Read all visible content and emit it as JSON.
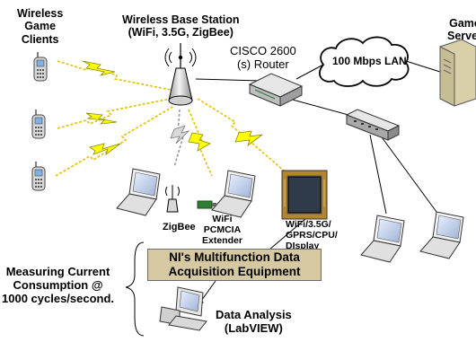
{
  "labels": {
    "clients": "Wireless\nGame\nClients",
    "base_station": "Wireless Base Station\n(WiFi, 3.5G, ZigBee)",
    "router": "CISCO 2600\n(s) Router",
    "lan": "100 Mbps LAN",
    "game_server": "Game\nServer",
    "zigbee": "ZigBee",
    "wifi_pcmcia": "WiFi\nPCMCIA\nExtender",
    "wifi_gprs": "WiFi/3.5G/\nGPRS/CPU/\nDIsplay",
    "daq": "NI's Multifunction Data\nAcquisition Equipment",
    "measuring": "Measuring Current\nConsumption @\n1000 cycles/second.",
    "analysis": "Data Analysis\n(LabVIEW)"
  },
  "colors": {
    "lightning": "#ffff00",
    "lightning_outline": "#8a8a00",
    "daq_box": "#d6c9a1",
    "device_gray": "#bfbfbf"
  }
}
